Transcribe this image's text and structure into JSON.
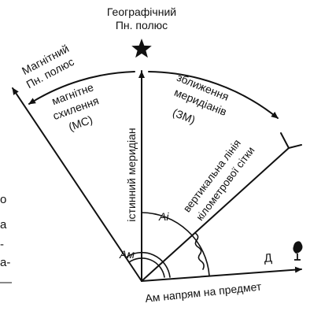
{
  "labels": {
    "geo_line1": "Географічний",
    "geo_line2": "Пн. полюс",
    "mag_line1": "Магнітний",
    "mag_line2": "Пн. полюс",
    "mc_line1": "магнітне",
    "mc_line2": "схилення",
    "mc_line3": "(МС)",
    "zm_line1": "зближення",
    "zm_line2": "меридіанів",
    "zm_line3": "(ЗМ)",
    "true_meridian": "істинний меридіан",
    "grid_line1": "вертикальна лінія",
    "grid_line2": "кілометрової сітки",
    "a_i": "Аі",
    "a_m": "Ам",
    "bottom": "Ам напрям на предмет",
    "d_label": "Д"
  },
  "margin_text": [
    "о",
    "а",
    "-",
    "а-",
    "—"
  ]
}
